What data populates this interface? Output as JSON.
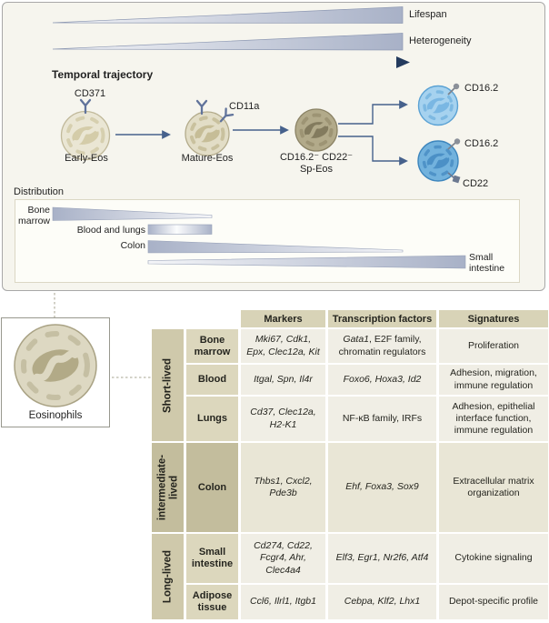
{
  "top_panel": {
    "lifespan_label": "Lifespan",
    "heterogeneity_label": "Heterogeneity",
    "trajectory_label": "Temporal trajectory",
    "cells": {
      "early": {
        "name": "Early-Eos",
        "receptor": "CD371"
      },
      "mature": {
        "name": "Mature-Eos",
        "receptor": "CD11a"
      },
      "sp": {
        "line1": "CD16.2⁻ CD22⁻",
        "line2": "Sp-Eos"
      },
      "blue_top": {
        "marker": "CD16.2"
      },
      "blue_bottom": {
        "marker1": "CD16.2",
        "marker2": "CD22"
      }
    },
    "distribution": {
      "title": "Distribution",
      "sites": [
        "Bone marrow",
        "Blood and lungs",
        "Colon",
        "Small intestine"
      ]
    }
  },
  "eosinophil_panel": {
    "label": "Eosinophils"
  },
  "table": {
    "headers": [
      "Markers",
      "Transcription factors",
      "Signatures"
    ],
    "groups": [
      {
        "label": "Short-lived",
        "rows": [
          {
            "tissue": "Bone marrow",
            "markers": [
              {
                "i": true,
                "t": "Mki67, Cdk1, Epx, Clec12a, Kit"
              }
            ],
            "tf": [
              {
                "i": true,
                "t": "Gata1"
              },
              {
                "i": false,
                "t": ", E2F family, chromatin regulators"
              }
            ],
            "signatures": [
              {
                "i": false,
                "t": "Proliferation"
              }
            ]
          },
          {
            "tissue": "Blood",
            "markers": [
              {
                "i": true,
                "t": "Itgal, Spn, Il4r"
              }
            ],
            "tf": [
              {
                "i": true,
                "t": "Foxo6, Hoxa3, Id2"
              }
            ],
            "signatures": [
              {
                "i": false,
                "t": "Adhesion, migration, immune regulation"
              }
            ]
          },
          {
            "tissue": "Lungs",
            "markers": [
              {
                "i": true,
                "t": "Cd37, Clec12a, H2-K1"
              }
            ],
            "tf": [
              {
                "i": false,
                "t": "NF-κB family, IRFs"
              }
            ],
            "signatures": [
              {
                "i": false,
                "t": "Adhesion, epithelial interface function, immune regulation"
              }
            ]
          }
        ]
      },
      {
        "label": "intermediate-lived",
        "rows": [
          {
            "tissue": "Colon",
            "markers": [
              {
                "i": true,
                "t": "Thbs1, Cxcl2, Pde3b"
              }
            ],
            "tf": [
              {
                "i": true,
                "t": "Ehf, Foxa3, Sox9"
              }
            ],
            "signatures": [
              {
                "i": false,
                "t": "Extracellular matrix organization"
              }
            ]
          }
        ]
      },
      {
        "label": "Long-lived",
        "rows": [
          {
            "tissue": "Small intestine",
            "markers": [
              {
                "i": true,
                "t": "Cd274, Cd22, Fcgr4, Ahr, Clec4a4"
              }
            ],
            "tf": [
              {
                "i": true,
                "t": "Elf3, Egr1, Nr2f6, Atf4"
              }
            ],
            "signatures": [
              {
                "i": false,
                "t": "Cytokine signaling"
              }
            ]
          },
          {
            "tissue": "Adipose tissue",
            "markers": [
              {
                "i": true,
                "t": "Ccl6, Ilrl1, Itgb1"
              }
            ],
            "tf": [
              {
                "i": true,
                "t": "Cebpa, Klf2, Lhx1"
              }
            ],
            "signatures": [
              {
                "i": false,
                "t": "Depot-specific profile"
              }
            ]
          }
        ]
      }
    ]
  },
  "colors": {
    "panel_bg": "#f6f5ee",
    "navy": "#233a5d",
    "steel_blue": "#46618c",
    "wedge_fill": "#a8b1c7",
    "khaki_header": "#d8d3b7",
    "khaki_dark": "#c3bd9d",
    "khaki_mid": "#cfc9ab",
    "khaki_light": "#dcd7bd",
    "row_light": "#f0eee5",
    "row_dark": "#e9e6d6",
    "cell_beige": "#eae6d4",
    "cell_olive": "#b2aa8a",
    "cell_blue_light": "#a6d2ef",
    "cell_blue": "#72b2dd"
  }
}
